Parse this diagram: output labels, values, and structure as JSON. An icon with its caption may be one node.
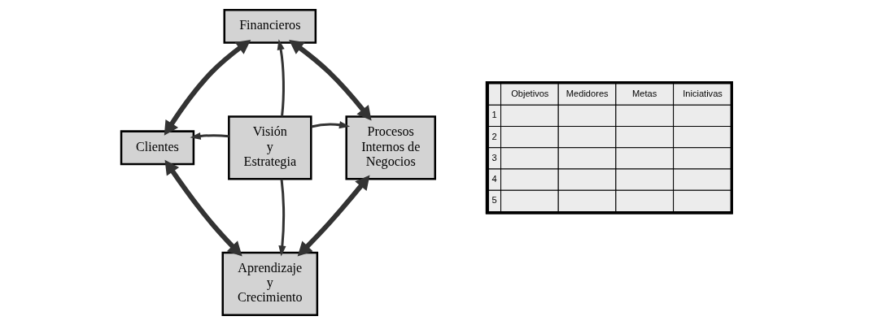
{
  "diagram": {
    "nodes": [
      {
        "text": [
          "Financieros"
        ]
      },
      {
        "text": [
          "Clientes"
        ]
      },
      {
        "text": [
          "Visión y Estrategia"
        ]
      },
      {
        "text": [
          "Procesos Internos de Negocios"
        ]
      },
      {
        "text": [
          "Aprendizaje y Crecimiento"
        ]
      }
    ],
    "edges": [
      {
        "from": 2,
        "to": 0,
        "arrow": "to"
      },
      {
        "from": 2,
        "to": 1,
        "arrow": "to"
      },
      {
        "from": 2,
        "to": 3,
        "arrow": "to"
      },
      {
        "from": 2,
        "to": 4,
        "arrow": "to"
      },
      {
        "from": 1,
        "to": 0,
        "arrow": "both",
        "style": "thick"
      },
      {
        "from": 0,
        "to": 3,
        "arrow": "both",
        "style": "thick"
      },
      {
        "from": 3,
        "to": 4,
        "arrow": "both",
        "style": "thick"
      },
      {
        "from": 4,
        "to": 1,
        "arrow": "both",
        "style": "thick"
      }
    ],
    "labels": [
      "Objetivos",
      "Medidores",
      "Metas",
      "Iniciativas",
      "1",
      "2",
      "3",
      "4",
      "5"
    ]
  }
}
